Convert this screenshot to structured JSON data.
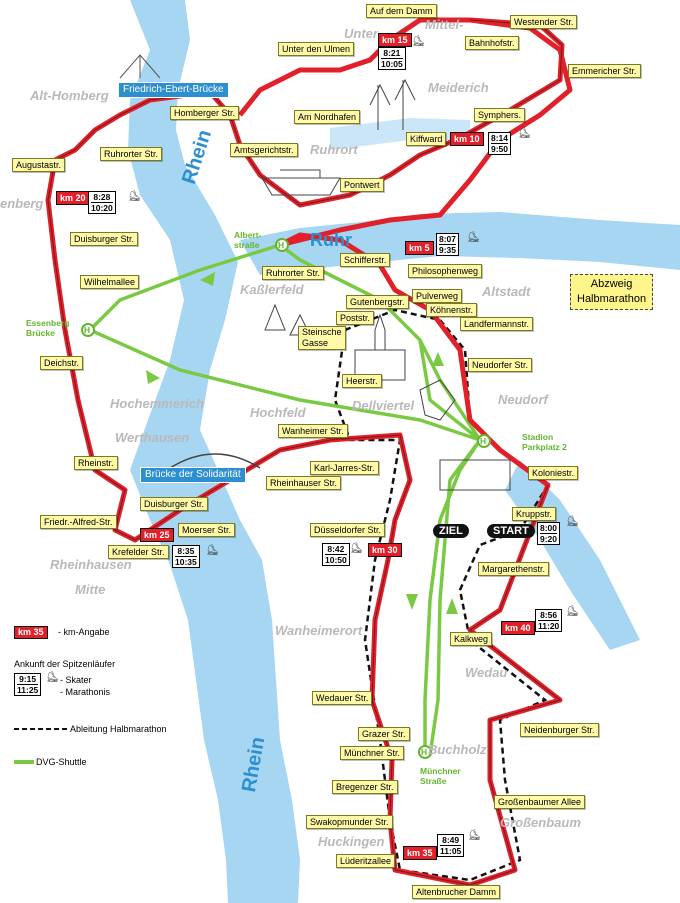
{
  "colors": {
    "water": "#a7d6f3",
    "route": "#e1202a",
    "shuttle": "#7ac943",
    "label": "#fff9a8"
  },
  "rivers": {
    "rhein_top": "Rhein",
    "rhein_bottom": "Rhein",
    "ruhr": "Ruhr"
  },
  "bridges": {
    "friedrich_ebert": "Friedrich-Ebert-Brücke",
    "solidaritaet": "Brücke der Solidarität"
  },
  "callout": {
    "line1": "Abzweig",
    "line2": "Halbmarathon"
  },
  "start_ziel": {
    "start": "START",
    "ziel": "ZIEL"
  },
  "districts": {
    "unter": "Unter-",
    "mittel": "Mittel-",
    "meiderich": "Meiderich",
    "alt_homberg": "Alt-Homberg",
    "ruhrort": "Ruhrort",
    "enberg": "enberg",
    "kasslerfeld": "Kaßlerfeld",
    "altstadt": "Altstadt",
    "dellviertel": "Dellviertel",
    "neudorf": "Neudorf",
    "hochemmerich": "Hochemmerich",
    "hochfeld": "Hochfeld",
    "werthausen": "Werthausen",
    "rheinhausen": "Rheinhausen",
    "mitte": "Mitte",
    "wanheimerort": "Wanheimerort",
    "wedau": "Wedau",
    "buchholz": "Buchholz",
    "huckingen": "Huckingen",
    "grossenbaum": "Großenbaum"
  },
  "streets": {
    "auf_dem_damm": "Auf dem Damm",
    "westender": "Westender Str.",
    "unter_den_ulmen": "Unter den Ulmen",
    "bahnhofstr": "Bahnhofstr.",
    "emmericher": "Emmericher Str.",
    "homberger": "Homberger Str.",
    "am_nordhafen": "Am Nordhafen",
    "symphers": "Symphers.",
    "amtsgerichtstr": "Amtsgerichtstr.",
    "kiffward": "Kiffward",
    "ruhrorter_top": "Ruhrorter Str.",
    "augustastr": "Augustastr.",
    "pontwert": "Pontwert",
    "duisburger_left": "Duisburger Str.",
    "schifferstr": "Schifferstr.",
    "philosophenweg": "Philosophenweg",
    "wilhelmallee": "Wilhelmallee",
    "ruhrorter_mid": "Ruhrorter Str.",
    "pulverweg": "Pulverweg",
    "gutenbergstr": "Gutenbergstr.",
    "koehnenstr": "Köhnenstr.",
    "poststr": "Poststr.",
    "landfermannstr": "Landfermannstr.",
    "steinsche_gasse1": "Steinsche",
    "steinsche_gasse2": "Gasse",
    "deichstr": "Deichstr.",
    "neudorfer": "Neudorfer Str.",
    "heerstr": "Heerstr.",
    "wanheimer": "Wanheimer Str.",
    "rheinstr": "Rheinstr.",
    "karl_jarres": "Karl-Jarres-Str.",
    "koloniestr": "Koloniestr.",
    "rheinhauser": "Rheinhauser Str.",
    "duisburger_bottom": "Duisburger Str.",
    "krupp": "Kruppstr.",
    "friedr_alfred": "Friedr.-Alfred-Str.",
    "moerser": "Moerser Str.",
    "duesseldorfer": "Düsseldorfer Str.",
    "krefelder": "Krefelder Str.",
    "margarethen": "Margarethenstr.",
    "kalkweg": "Kalkweg",
    "wedauer": "Wedauer Str.",
    "neidenburger": "Neidenburger Str.",
    "grazer": "Grazer Str.",
    "muenchner": "Münchner Str.",
    "bregenzer": "Bregenzer Str.",
    "grossenbaumer": "Großenbaumer Allee",
    "swakopmunder": "Swakopmunder Str.",
    "luederitz": "Lüderitzallee",
    "altenbrucher": "Altenbrucher Damm"
  },
  "km_markers": {
    "km15": {
      "label": "km 15",
      "skater": "8:21",
      "marathon": "10:05"
    },
    "km10": {
      "label": "km 10",
      "skater": "8:14",
      "marathon": "9:50"
    },
    "km20": {
      "label": "km 20",
      "skater": "8:28",
      "marathon": "10:20"
    },
    "km5": {
      "label": "km 5",
      "skater": "8:07",
      "marathon": "9:35"
    },
    "km25": {
      "label": "km 25",
      "skater": "8:35",
      "marathon": "10:35"
    },
    "km30": {
      "label": "km 30",
      "skater": "8:42",
      "marathon": "10:50"
    },
    "km40": {
      "label": "km 40",
      "skater": "8:56",
      "marathon": "11:20"
    },
    "km35": {
      "label": "km 35",
      "skater": "8:49",
      "marathon": "11:05"
    },
    "start": {
      "skater": "8:00",
      "marathon": "9:20"
    }
  },
  "shuttle_stops": {
    "albert1": "Albert-",
    "albert2": "straße",
    "essenberg1": "Essenberg",
    "essenberg2": "Brücke",
    "stadion1": "Stadion",
    "stadion2": "Parkplatz 2",
    "muenchner1": "Münchner",
    "muenchner2": "Straße",
    "h": "H"
  },
  "legend": {
    "km_sample": "km 35",
    "km_text": "- km-Angabe",
    "arrival_title": "Ankunft der Spitzenläufer",
    "sample_skater": "9:15",
    "sample_marathon": "11:25",
    "skater_text": "- Skater",
    "marathon_text": "- Marathonis",
    "halfmarathon_text": "Ableitung Halbmarathon",
    "shuttle_text": "DVG-Shuttle"
  }
}
